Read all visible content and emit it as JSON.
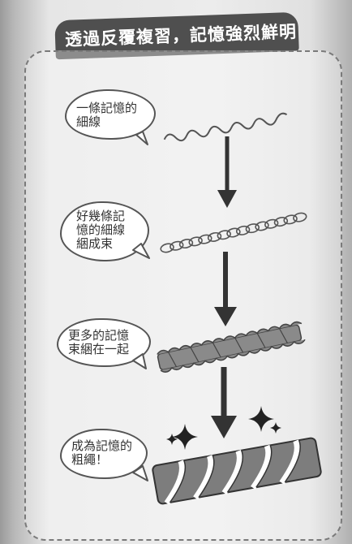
{
  "title": "透過反覆複習，記憶強烈鮮明",
  "steps": [
    {
      "label": "一條記憶的\n細線"
    },
    {
      "label": "好幾條記\n憶的細線\n綑成束"
    },
    {
      "label": "更多的記憶\n束綑在一起"
    },
    {
      "label": "成為記憶的\n粗繩！"
    }
  ],
  "colors": {
    "ink": "#555555",
    "tab": "#4f4f4f",
    "rope": "#7d7d7d"
  }
}
